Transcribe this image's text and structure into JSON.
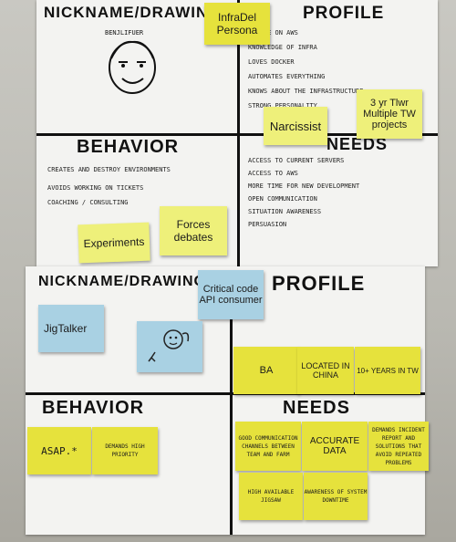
{
  "top_board": {
    "nickname_heading": "NICKNAME/DRAWING",
    "profile_heading": "PROFILE",
    "behavior_heading": "BEHAVIOR",
    "needs_heading": "NEEDS",
    "drawing_caption": "BENJLIFUER",
    "profile_items": [
      "ERTISE ON AWS",
      "KNOWLEDGE OF INFRA",
      "LOVES DOCKER",
      "AUTOMATES EVERYTHING",
      "KNOWS ABOUT THE INFRASTRUCTURE",
      "STRONG PERSONALITY"
    ],
    "behavior_items": [
      "CREATES AND DESTROY ENVIRONMENTS",
      "AVOIDS WORKING ON TICKETS",
      "COACHING / CONSULTING"
    ],
    "needs_items": [
      "ACCESS TO CURRENT SERVERS",
      "ACCESS TO AWS",
      "MORE TIME FOR NEW DEVELOPMENT",
      "OPEN COMMUNICATION",
      "SITUATION AWARENESS",
      "PERSUASION"
    ],
    "stickies": {
      "persona": "InfraDel Persona",
      "narcissist": "Narcissist",
      "three_years": "3 yr Tlwr Multiple TW projects",
      "experiments": "Experiments",
      "forces_debates": "Forces debates"
    }
  },
  "bottom_board": {
    "nickname_heading": "NICKNAME/DRAWING",
    "profile_heading": "PROFILE",
    "behavior_heading": "BEHAVIOR",
    "needs_heading": "NEEDS",
    "stickies": {
      "critical": "Critical code API consumer",
      "jigtalker": "JigTalker",
      "ba": "BA",
      "china": "LOCATED IN CHINA",
      "yrs": "10+ YEARS IN TW",
      "asap": "ASAP.*",
      "demands_priority": "DEMANDS HIGH PRIORITY",
      "good_comm": "GOOD COMMUNICATION CHANNELS BETWEEN TEAM AND FARM",
      "accurate": "ACCURATE DATA",
      "incident": "DEMANDS INCIDENT REPORT AND SOLUTIONS THAT AVOID REPEATED PROBLEMS",
      "high_avail": "HIGH AVAILABLE JIGSAW",
      "awareness": "AWARENESS OF SYSTEM DOWNTIME"
    }
  }
}
